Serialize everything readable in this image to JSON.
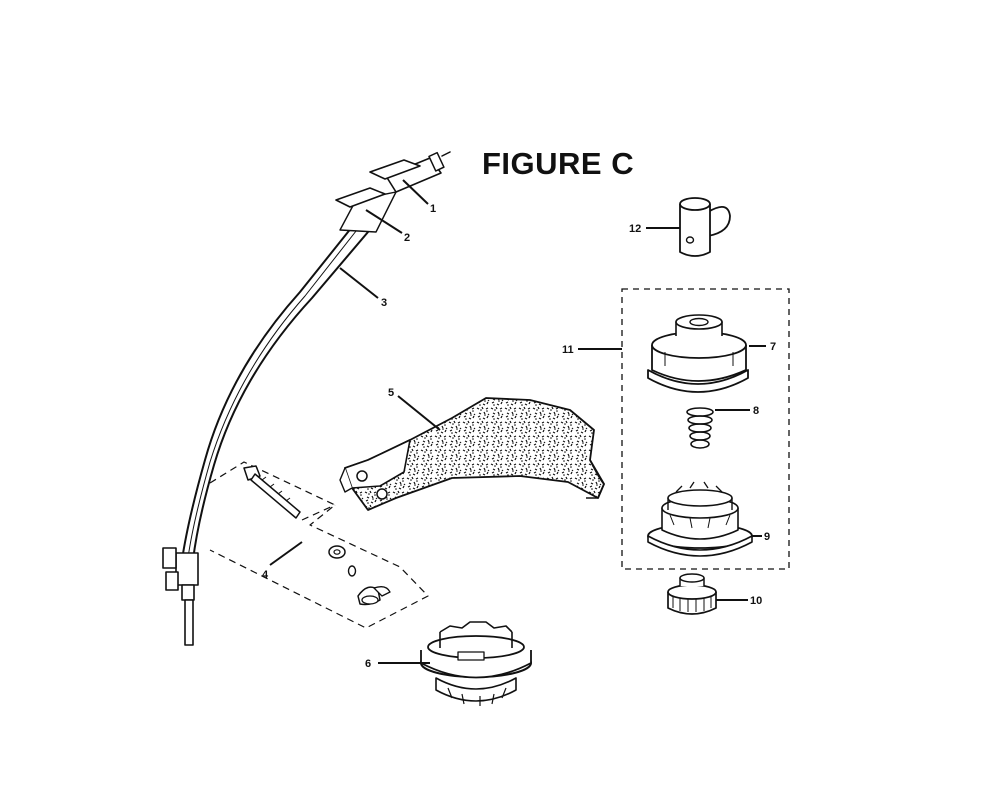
{
  "figure": {
    "title": "FIGURE C"
  },
  "callouts": [
    "1",
    "2",
    "3",
    "4",
    "5",
    "6",
    "7",
    "8",
    "9",
    "10",
    "11",
    "12"
  ],
  "parts": [
    {
      "ref": "1",
      "part": "label-decal-upper"
    },
    {
      "ref": "2",
      "part": "label-decal-lower"
    },
    {
      "ref": "3",
      "part": "curved-shaft"
    },
    {
      "ref": "4",
      "part": "guard-hardware-kit"
    },
    {
      "ref": "5",
      "part": "grass-deflector-guard"
    },
    {
      "ref": "6",
      "part": "spool-housing-assembly"
    },
    {
      "ref": "7",
      "part": "spool-housing-cover"
    },
    {
      "ref": "8",
      "part": "spring"
    },
    {
      "ref": "9",
      "part": "spool"
    },
    {
      "ref": "10",
      "part": "bump-knob"
    },
    {
      "ref": "11",
      "part": "trimmer-head-assembly"
    },
    {
      "ref": "12",
      "part": "spool-wrench"
    }
  ]
}
